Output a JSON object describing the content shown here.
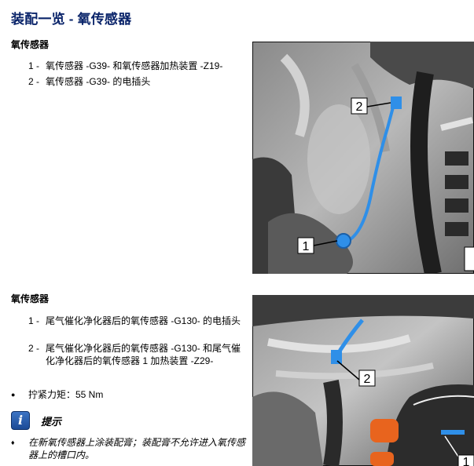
{
  "page_title": "装配一览 - 氧传感器",
  "section1": {
    "title": "氧传感器",
    "items": [
      {
        "num": "1 -",
        "text": "氧传感器 -G39- 和氧传感器加热装置 -Z19-"
      },
      {
        "num": "2 -",
        "text": "氧传感器 -G39- 的电插头"
      }
    ],
    "figure_callouts": [
      "2",
      "1"
    ]
  },
  "section2": {
    "title": "氧传感器",
    "items": [
      {
        "num": "1 -",
        "text": "尾气催化净化器后的氧传感器 -G130- 的电插头"
      },
      {
        "num": "2 -",
        "text": "尾气催化净化器后的氧传感器 -G130- 和尾气催化净化器后的氧传感器 1 加热装置 -Z29-"
      }
    ],
    "torque_mark": "●",
    "torque": "拧紧力矩：55 Nm",
    "figure_callouts": [
      "2",
      "1"
    ]
  },
  "hint": {
    "icon": "info-icon",
    "label": "提示",
    "mark": "♦",
    "text": "在新氧传感器上涂装配膏；装配膏不允许进入氧传感器上的槽口内。"
  },
  "colors": {
    "title": "#0a246a",
    "sensor_blue": "#2f8fe8",
    "connector_orange": "#e8641e"
  }
}
